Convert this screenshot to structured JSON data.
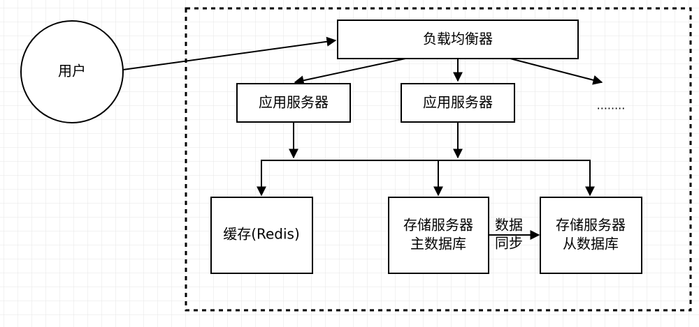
{
  "diagram": {
    "user": "用户",
    "load_balancer": "负载均衡器",
    "app_server_1": "应用服务器",
    "app_server_2": "应用服务器",
    "ellipsis": "........",
    "cache": "缓存(Redis)",
    "storage_master": [
      "存储服务器",
      "主数据库"
    ],
    "sync_label": [
      "数据",
      "同步"
    ],
    "storage_slave": [
      "存储服务器",
      "从数据库"
    ]
  },
  "colors": {
    "background": "#ffffff",
    "grid": "#e6e6e6",
    "stroke": "#000000"
  }
}
